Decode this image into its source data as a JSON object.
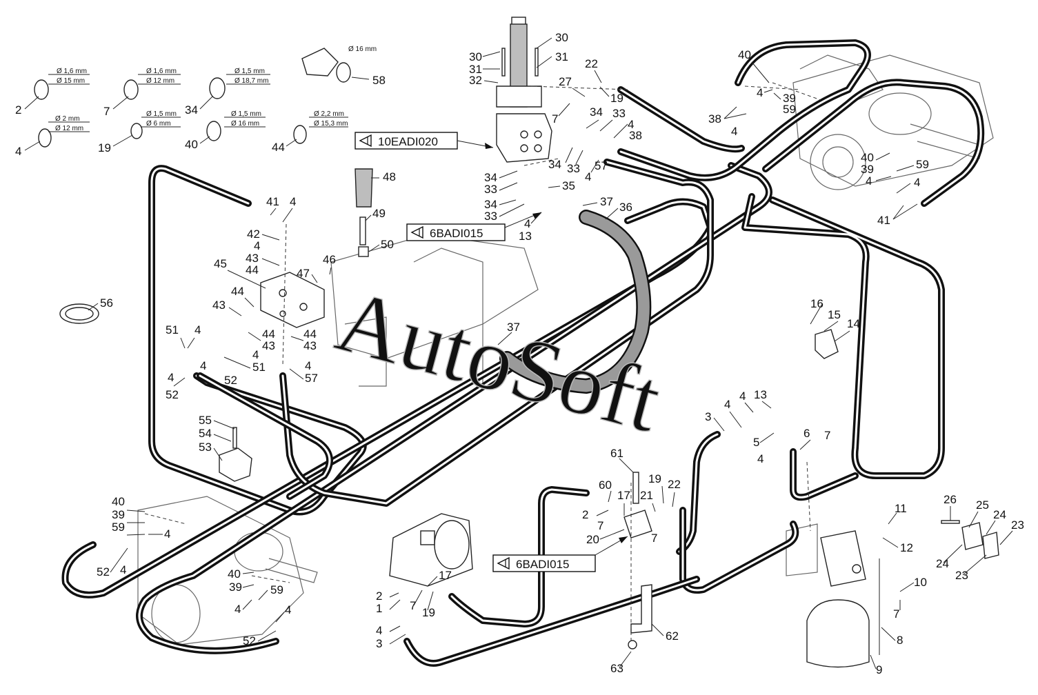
{
  "watermark": "AutoSoft",
  "refs": {
    "ref_10eadi020": "10EADI020",
    "ref_6badi015_top": "6BADI015",
    "ref_6badi015_bottom": "6BADI015"
  },
  "seal_dims": {
    "seal_2": [
      "Ø 1,6 mm",
      "Ø 15 mm"
    ],
    "seal_7": [
      "Ø 1,6 mm",
      "Ø 12 mm"
    ],
    "seal_34": [
      "Ø 1,5 mm",
      "Ø 18,7 mm"
    ],
    "seal_4": [
      "Ø 2 mm",
      "Ø 12 mm"
    ],
    "seal_19": [
      "Ø 1,5 mm",
      "Ø 6 mm"
    ],
    "seal_40": [
      "Ø 1,5 mm",
      "Ø 16 mm"
    ],
    "seal_44": [
      "Ø 2,2 mm",
      "Ø 15,3 mm"
    ],
    "seal_58": [
      "Ø 16 mm"
    ]
  },
  "callouts": {
    "c2": "2",
    "c4": "4",
    "c7": "7",
    "c19": "19",
    "c34": "34",
    "c40": "40",
    "c44": "44",
    "c58": "58",
    "t30a": "30",
    "t31a": "31",
    "t30b": "30",
    "t31b": "31",
    "t32": "32",
    "t27": "27",
    "t22": "22",
    "t19": "19",
    "t7": "7",
    "t34": "34",
    "t33": "33",
    "t4": "4",
    "t38": "38",
    "t34b": "34",
    "t33b": "33",
    "t4b": "4",
    "t57": "57",
    "t34c": "34",
    "t33c": "33",
    "t35": "35",
    "t34d": "34",
    "t33d": "33",
    "t37": "37",
    "t36": "36",
    "t4c": "4",
    "t13": "13",
    "t40": "40",
    "t4d": "4",
    "t39": "39",
    "t59": "59",
    "t38b": "38",
    "t4e": "4",
    "t40b": "40",
    "t39b": "39",
    "t4f": "4",
    "t59b": "59",
    "t4g": "4",
    "t41": "41",
    "t48": "48",
    "t49": "49",
    "t50": "50",
    "t41b": "41",
    "t4h": "4",
    "t42": "42",
    "t4i": "4",
    "t43": "43",
    "t44": "44",
    "t45": "45",
    "t47": "47",
    "t46": "46",
    "t44b": "44",
    "t43b": "43",
    "t56": "56",
    "t51": "51",
    "t4j": "4",
    "t44c": "44",
    "t43c": "43",
    "t44d": "44",
    "t43d": "43",
    "t4k": "4",
    "t51b": "51",
    "t4l": "4",
    "t57b": "57",
    "t52": "52",
    "t52b": "52",
    "t4m": "4",
    "t4n": "4",
    "t37b": "37",
    "t55": "55",
    "t54": "54",
    "t53": "53",
    "t16": "16",
    "t15": "15",
    "t14": "14",
    "t3": "3",
    "t4o": "4",
    "t4p": "4",
    "t13b": "13",
    "t5": "5",
    "t6": "6",
    "t7b": "7",
    "t4q": "4",
    "t61": "61",
    "t60": "60",
    "t17": "17",
    "t2": "2",
    "t7c": "7",
    "t21": "21",
    "t19b": "19",
    "t22b": "22",
    "t20": "20",
    "t7d": "7",
    "t11": "11",
    "t12": "12",
    "t26": "26",
    "t25": "25",
    "t24": "24",
    "t23": "23",
    "t24b": "24",
    "t23b": "23",
    "t10": "10",
    "t7e": "7",
    "t8": "8",
    "t9": "9",
    "t62": "62",
    "t63": "63",
    "t40c": "40",
    "t39c": "39",
    "t59c": "59",
    "t4r": "4",
    "t52c": "52",
    "t4s": "4",
    "t40d": "40",
    "t39d": "39",
    "t59d": "59",
    "t4t": "4",
    "t4u": "4",
    "t52d": "52",
    "t17b": "17",
    "t2b": "2",
    "t1": "1",
    "t7f": "7",
    "t19c": "19",
    "t4v": "4",
    "t3b": "3"
  }
}
